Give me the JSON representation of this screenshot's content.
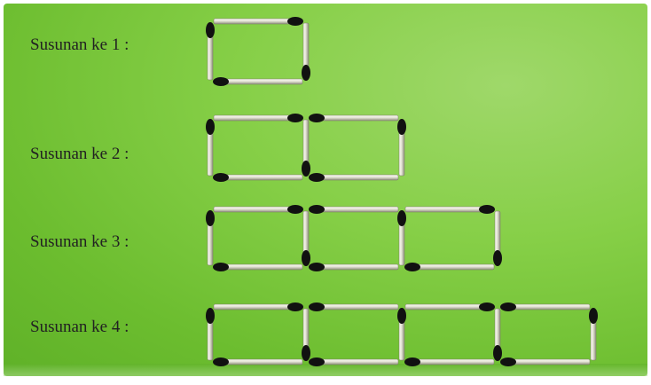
{
  "rows": [
    {
      "label": "Susunan ke 1 :",
      "squares": 1
    },
    {
      "label": "Susunan ke 2 :",
      "squares": 2
    },
    {
      "label": "Susunan ke 3 :",
      "squares": 3
    },
    {
      "label": "Susunan ke 4 :",
      "squares": 4
    }
  ],
  "colors": {
    "background": "#86cf47",
    "stick": "#e6e6da",
    "stick_shade": "#8f8f7c",
    "match_head": "#111111"
  }
}
